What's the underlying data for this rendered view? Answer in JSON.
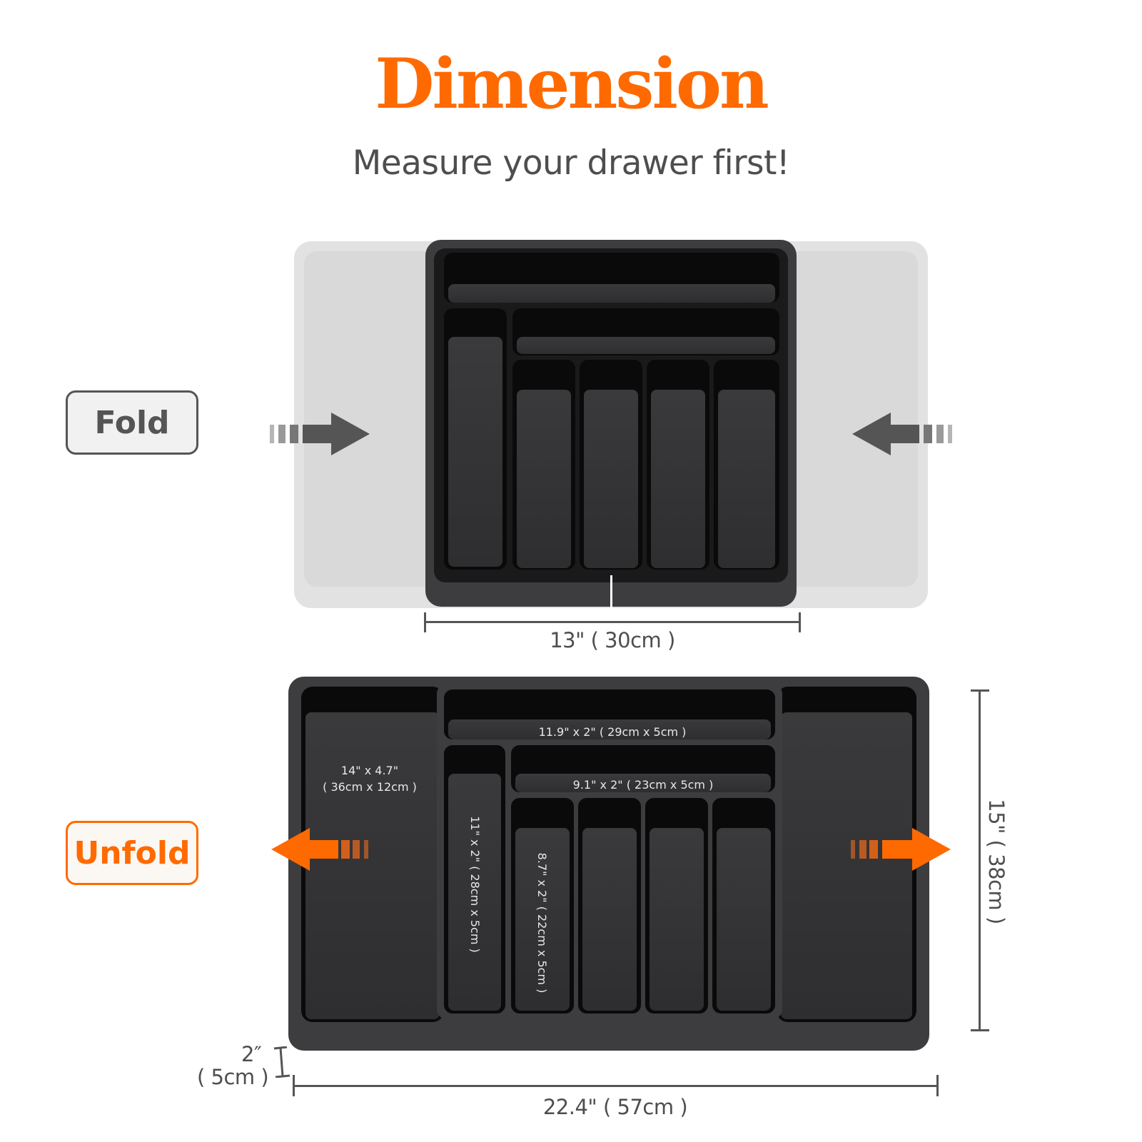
{
  "header": {
    "title": "Dimension",
    "subtitle": "Measure your drawer first!"
  },
  "colors": {
    "accent": "#ff6a00",
    "text_gray": "#4e4e4e",
    "tray_dark": "#3d3d3f",
    "ghost_gray": "#e2e2e2"
  },
  "fold_section": {
    "label": "Fold",
    "arrows": [
      {
        "icon": "arrow-right-icon",
        "direction": "inward-left-side",
        "color": "#555555"
      },
      {
        "icon": "arrow-left-icon",
        "direction": "inward-right-side",
        "color": "#555555"
      }
    ],
    "width_dimension": "13\" ( 30cm )"
  },
  "unfold_section": {
    "label": "Unfold",
    "arrows": [
      {
        "icon": "arrow-left-icon",
        "direction": "outward-left",
        "color": "#ff6a00"
      },
      {
        "icon": "arrow-right-icon",
        "direction": "outward-right",
        "color": "#ff6a00"
      }
    ],
    "width_dimension": "22.4\" ( 57cm )",
    "depth_dimension": "15\" ( 38cm )",
    "height_dimension_in": "2″",
    "height_dimension_cm": "( 5cm )",
    "compartments": {
      "side_left_line1": "14\" x 4.7\"",
      "side_left_line2": "( 36cm x 12cm )",
      "top": "11.9\" x 2\" ( 29cm x 5cm )",
      "middle": "9.1\" x 2\" ( 23cm x 5cm )",
      "long_left": "11\" x 2\" ( 28cm x 5cm )",
      "utensil_slot": "8.7\" x 2\" ( 22cm x 5cm )"
    }
  }
}
